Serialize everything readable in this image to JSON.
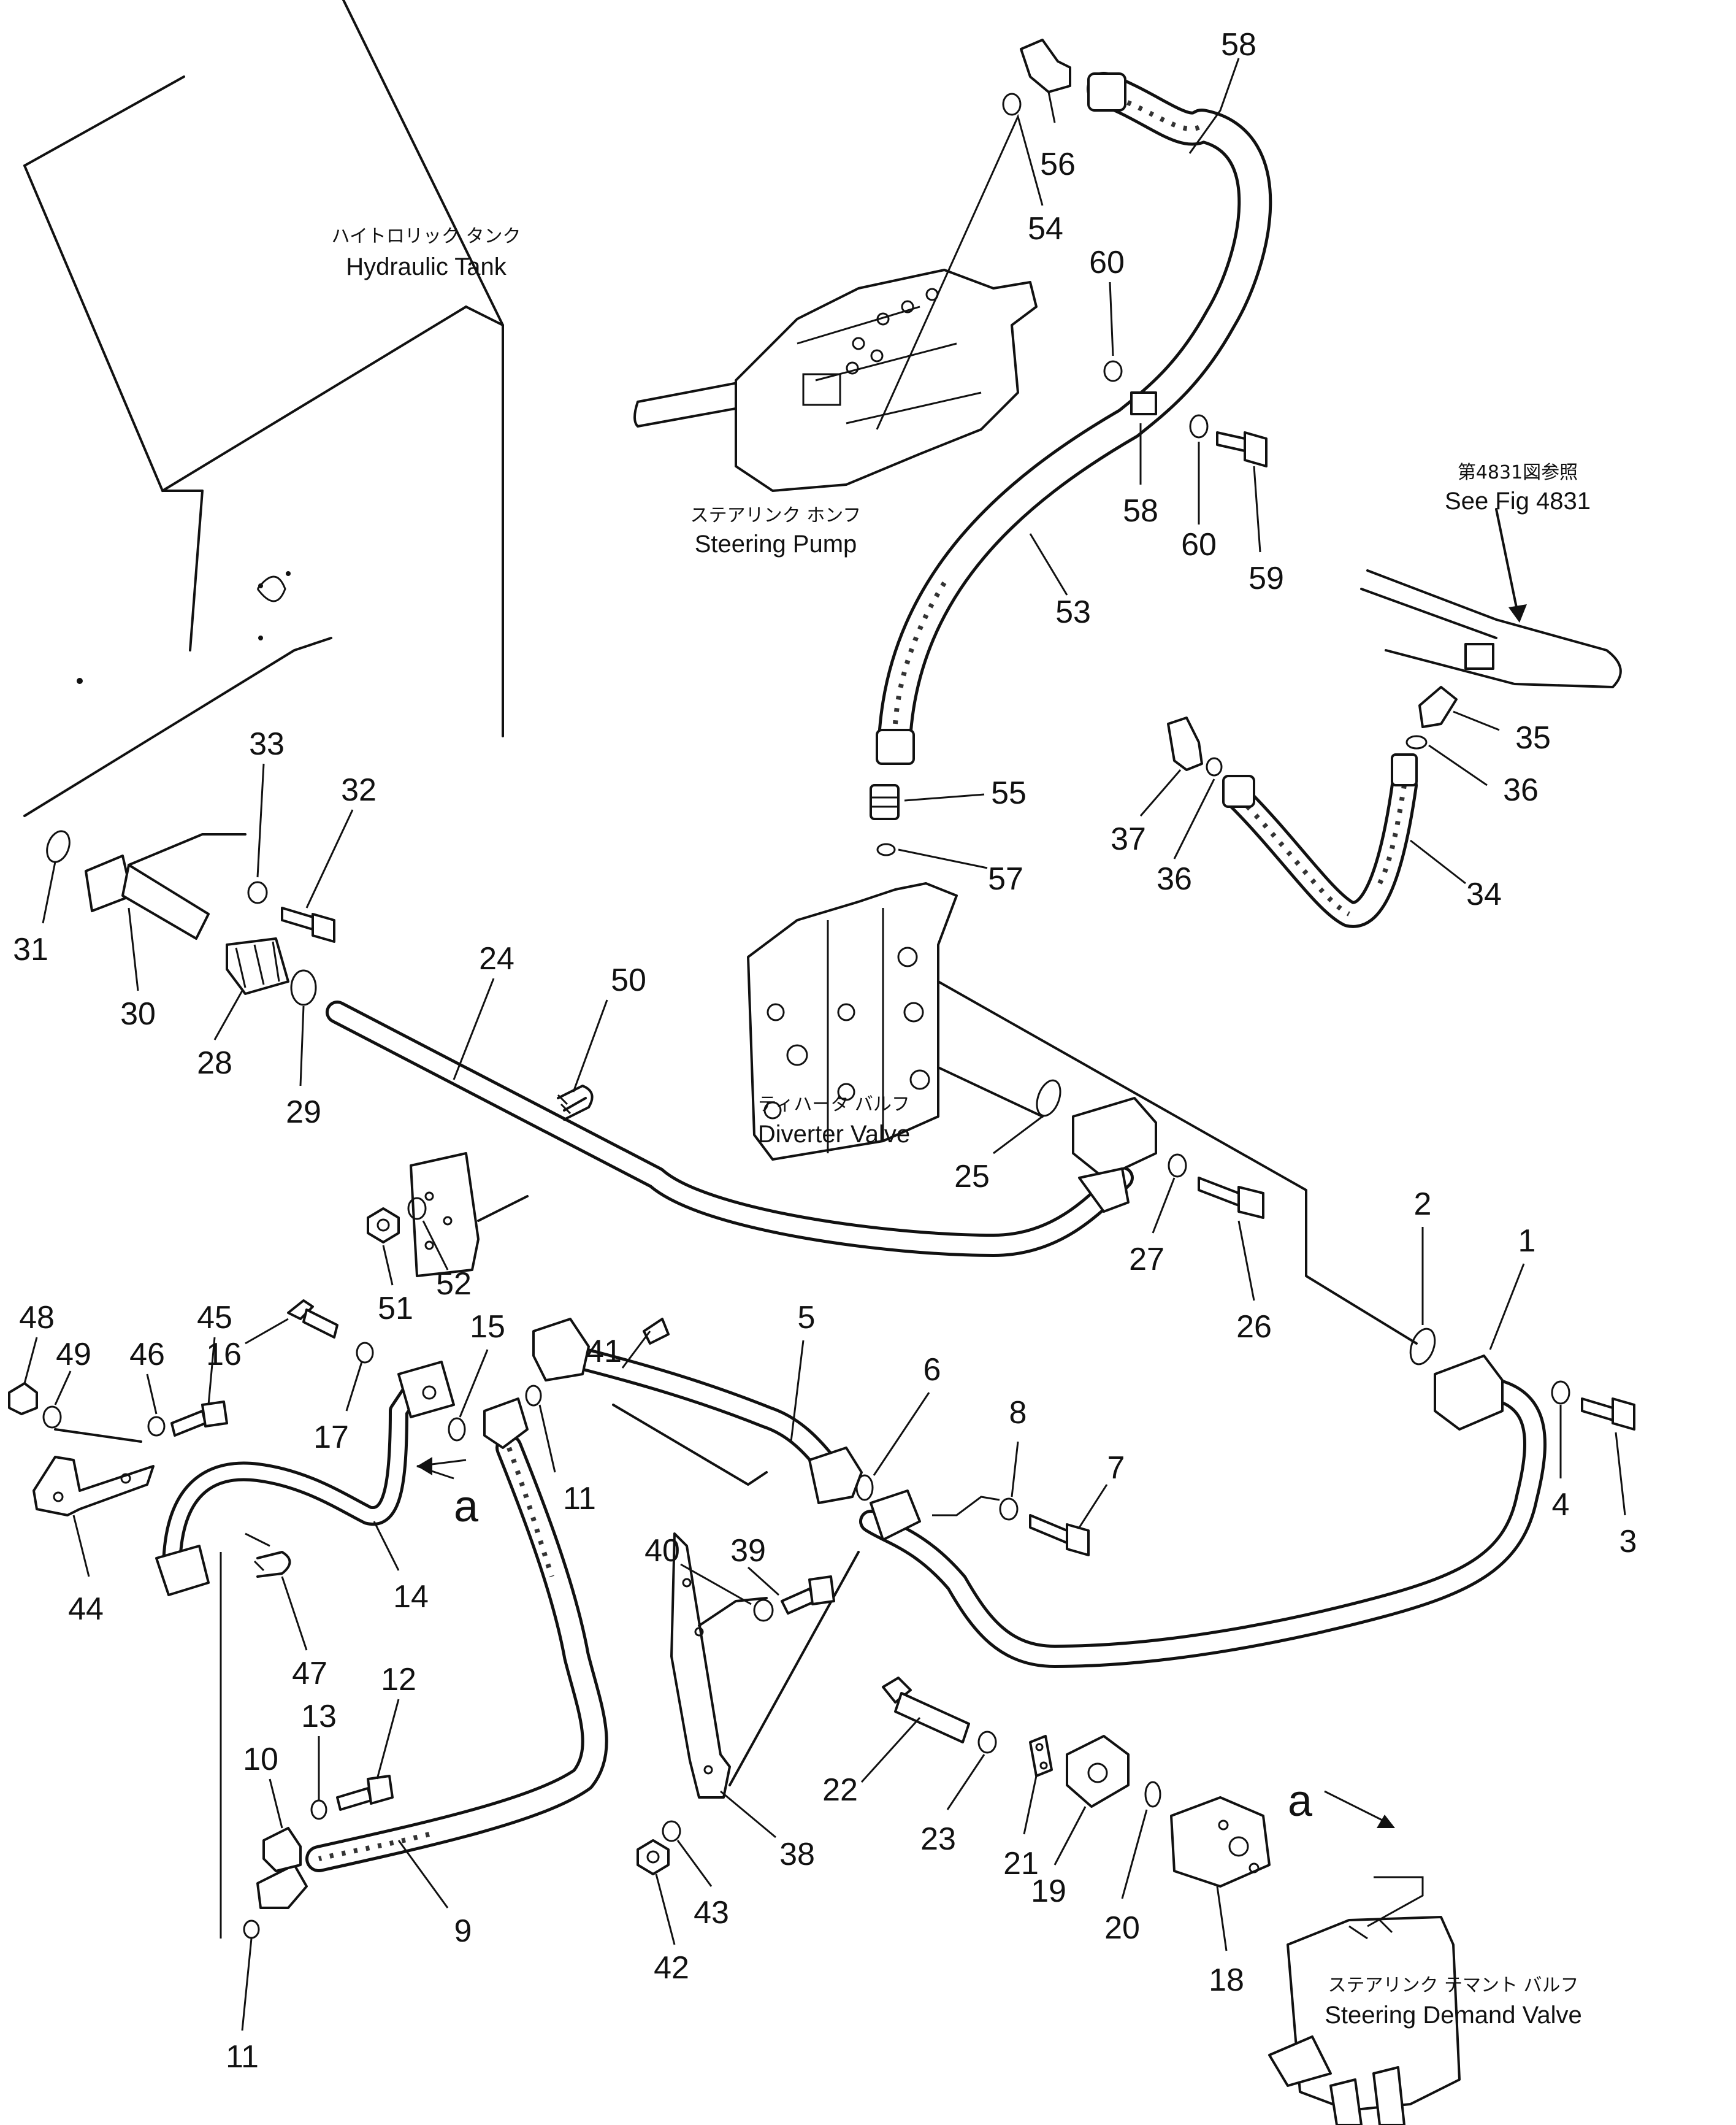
{
  "labels": {
    "hydraulic_tank_jp": "ハイトロリック タンク",
    "hydraulic_tank_en": "Hydraulic Tank",
    "steering_pump_jp": "ステアリンク ホンフ",
    "steering_pump_en": "Steering Pump",
    "see_fig_jp": "第4831図参照",
    "see_fig_en": "See Fig 4831",
    "diverter_valve_jp": "ティハータ バルフ",
    "diverter_valve_en": "Diverter Valve",
    "steering_demand_valve_jp": "ステアリンク テマント バルフ",
    "steering_demand_valve_en": "Steering Demand Valve",
    "view_a_top": "a",
    "view_a_left": "a"
  },
  "callouts": [
    "1",
    "2",
    "3",
    "4",
    "5",
    "6",
    "7",
    "8",
    "9",
    "10",
    "11",
    "11",
    "11",
    "12",
    "13",
    "14",
    "15",
    "16",
    "17",
    "18",
    "19",
    "20",
    "21",
    "22",
    "23",
    "24",
    "25",
    "26",
    "27",
    "28",
    "29",
    "30",
    "31",
    "32",
    "33",
    "34",
    "35",
    "36",
    "36",
    "37",
    "38",
    "39",
    "40",
    "41",
    "42",
    "43",
    "44",
    "45",
    "46",
    "47",
    "48",
    "49",
    "50",
    "51",
    "52",
    "53",
    "54",
    "55",
    "56",
    "57",
    "58",
    "58",
    "59",
    "60",
    "60"
  ]
}
